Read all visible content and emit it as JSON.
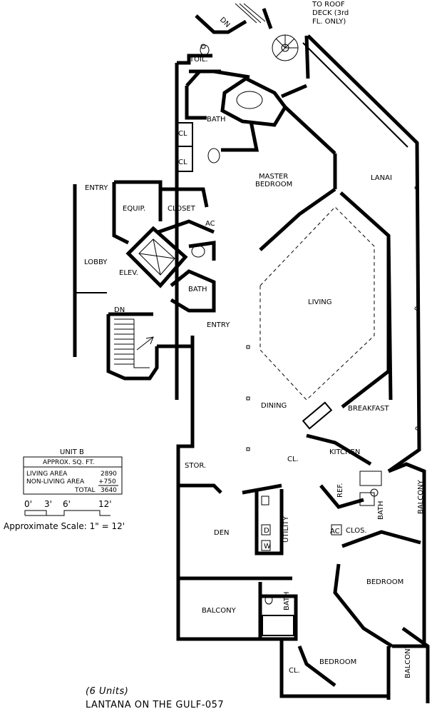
{
  "rooms": {
    "roof_deck": [
      "TO ROOF",
      "DECK (3rd",
      "FL. ONLY)"
    ],
    "dn_top": "DN",
    "toil": "TOIL.",
    "bath_master": "BATH",
    "cl1": "CL",
    "cl2": "CL",
    "master_bedroom": [
      "MASTER",
      "BEDROOM"
    ],
    "lanai": "LANAI",
    "entry_top": "ENTRY",
    "equip": "EQUIP.",
    "closet": "CLOSET",
    "ac1": "AC",
    "lobby": "LOBBY",
    "elev": "ELEV.",
    "bath2": "BATH",
    "living": "LIVING",
    "entry2": "ENTRY",
    "dn_stair": "DN",
    "dining": "DINING",
    "breakfast": "BREAKFAST",
    "cl_kitchen": "CL.",
    "kitchen": "KITCHEN",
    "stor": "STOR.",
    "ref": "REF.",
    "bath3": "BATH",
    "balcony_right": "BALCONY",
    "den": "DEN",
    "utility": "UTILITY",
    "d": "D",
    "w": "W",
    "ac2": "AC",
    "clos": "CLOS.",
    "bedroom1": "BEDROOM",
    "balcony_den": "BALCONY",
    "bath4": "BATH",
    "cl_bottom": "CL.",
    "bedroom2": "BEDROOM",
    "balcony_bottom": "BALCONY"
  },
  "area_table": {
    "unit": "UNIT B",
    "heading": "APPROX. SQ. FT.",
    "rows": [
      {
        "label": "LIVING AREA",
        "value": "2890"
      },
      {
        "label": "NON-LIVING AREA",
        "value": "+750"
      },
      {
        "label": "TOTAL",
        "value": "3640"
      }
    ]
  },
  "scale": {
    "ticks": [
      "0'",
      "3'",
      "6'",
      "12'"
    ],
    "caption": "Approximate Scale: 1\" = 12'"
  },
  "title": {
    "units": "(6 Units)",
    "name": "LANTANA ON THE GULF-057"
  }
}
